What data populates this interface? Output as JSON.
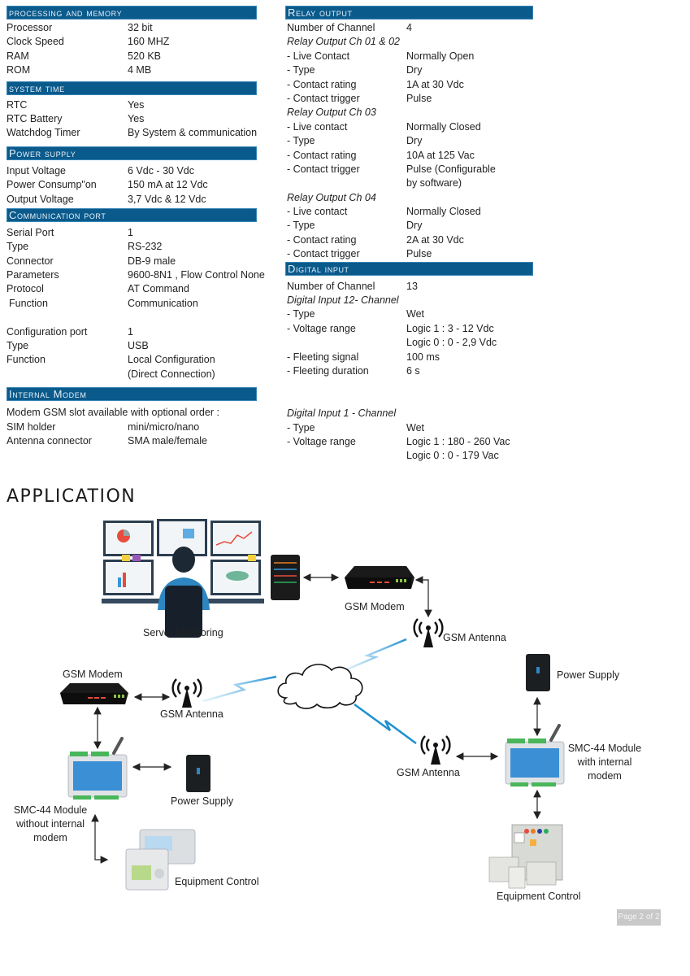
{
  "left": {
    "processing": {
      "title": "processing and memory",
      "rows": [
        {
          "k": "Processor",
          "v": "32 bit"
        },
        {
          "k": "Clock Speed",
          "v": "160 MHZ"
        },
        {
          "k": "RAM",
          "v": "520 KB"
        },
        {
          "k": "ROM",
          "v": "4 MB"
        }
      ]
    },
    "system_time": {
      "title": "system time",
      "rows": [
        {
          "k": "RTC",
          "v": "Yes"
        },
        {
          "k": "RTC  Battery",
          "v": "Yes"
        },
        {
          "k": "Watchdog Timer",
          "v": "By System & communication"
        }
      ]
    },
    "power_supply": {
      "title": "Power supply",
      "rows": [
        {
          "k": "Input Voltage",
          "v": "6 Vdc - 30 Vdc"
        },
        {
          "k": "Power Consump\"on",
          "v": "150 mA at 12 Vdc"
        },
        {
          "k": "Output Voltage",
          "v": "3,7 Vdc & 12 Vdc"
        }
      ]
    },
    "communication_port": {
      "title": "Communication port",
      "rows": [
        {
          "k": "Serial Port",
          "v": "1"
        },
        {
          "k": "Type",
          "v": "RS-232"
        },
        {
          "k": "Connector",
          "v": "DB-9 male"
        },
        {
          "k": "Parameters",
          "v": "9600-8N1 , Flow Control None"
        },
        {
          "k": "Protocol",
          "v": "AT Command"
        },
        {
          "k": " Function",
          "v": "Communication"
        }
      ],
      "config_rows": [
        {
          "k": "Configuration port",
          "v": "1"
        },
        {
          "k": "Type",
          "v": "USB"
        },
        {
          "k": "Function",
          "v": "Local Configuration"
        },
        {
          "k": "",
          "v": "(Direct Connection)"
        }
      ]
    },
    "internal_modem": {
      "title": "Internal Modem",
      "intro": "Modem GSM slot available with optional order :",
      "rows": [
        {
          "k": "SIM holder",
          "v": "mini/micro/nano"
        },
        {
          "k": "Antenna connector",
          "v": "SMA male/female"
        }
      ]
    }
  },
  "right": {
    "relay_output": {
      "title": "Relay output",
      "channels": {
        "k": "Number of Channel",
        "v": "4"
      },
      "groups": [
        {
          "subtitle": "Relay Output Ch 01 & 02",
          "rows": [
            {
              "k": "- Live Contact",
              "v": "Normally Open"
            },
            {
              "k": "- Type",
              "v": "Dry"
            },
            {
              "k": "- Contact rating",
              "v": "1A at 30 Vdc"
            },
            {
              "k": "- Contact trigger",
              "v": "Pulse"
            }
          ]
        },
        {
          "subtitle": "Relay Output Ch 03",
          "rows": [
            {
              "k": "- Live contact",
              "v": "Normally Closed"
            },
            {
              "k": "- Type",
              "v": "Dry"
            },
            {
              "k": "- Contact rating",
              "v": "10A at 125 Vac"
            },
            {
              "k": "- Contact trigger",
              "v": "Pulse (Configurable"
            },
            {
              "k": "",
              "v": "by software)"
            }
          ]
        },
        {
          "subtitle": "Relay Output Ch 04",
          "rows": [
            {
              "k": "- Live contact",
              "v": "Normally Closed"
            },
            {
              "k": "- Type",
              "v": "Dry"
            },
            {
              "k": "- Contact rating",
              "v": "2A at 30 Vdc"
            },
            {
              "k": "- Contact trigger",
              "v": "Pulse"
            }
          ]
        }
      ]
    },
    "digital_input": {
      "title": "Digital input",
      "channels": {
        "k": "Number of Channel",
        "v": "13"
      },
      "groups": [
        {
          "subtitle": "Digital Input 12- Channel",
          "rows": [
            {
              "k": "- Type",
              "v": "Wet"
            },
            {
              "k": "- Voltage range",
              "v": "Logic 1 : 3 - 12 Vdc"
            },
            {
              "k": "",
              "v": "Logic 0 : 0 - 2,9 Vdc"
            },
            {
              "k": "- Fleeting signal",
              "v": "100 ms"
            },
            {
              "k": "- Fleeting duration",
              "v": "6 s"
            }
          ]
        },
        {
          "subtitle": "Digital Input 1 - Channel",
          "rows": [
            {
              "k": "- Type",
              "v": "Wet"
            },
            {
              "k": "- Voltage range",
              "v": "Logic 1 : 180 - 260 Vac"
            },
            {
              "k": "",
              "v": "Logic 0 : 0 - 179 Vac"
            }
          ]
        }
      ]
    }
  },
  "application": {
    "title": "APPLICATION",
    "labels": {
      "server_monitoring": "Server Monitoring",
      "gsm_modem_top": "GSM Modem",
      "gsm_antenna_top": "GSM Antenna",
      "gsm_modem_left": "GSM Modem",
      "gsm_antenna_left": "GSM Antenna",
      "power_supply_left": "Power Supply",
      "smc_without_1": "SMC-44 Module",
      "smc_without_2": "without internal",
      "smc_without_3": "modem",
      "equipment_left": "Equipment Control",
      "gsm_antenna_right": "GSM Antenna",
      "power_supply_right": "Power Supply",
      "smc_with_1": "SMC-44 Module",
      "smc_with_2": "with internal",
      "smc_with_3": "modem",
      "equipment_right": "Equipment Control"
    }
  },
  "footer": {
    "page": "Page 2 of 2"
  },
  "colors": {
    "header_bar": "#0a5a8c",
    "signal": "#1e8fd0"
  }
}
